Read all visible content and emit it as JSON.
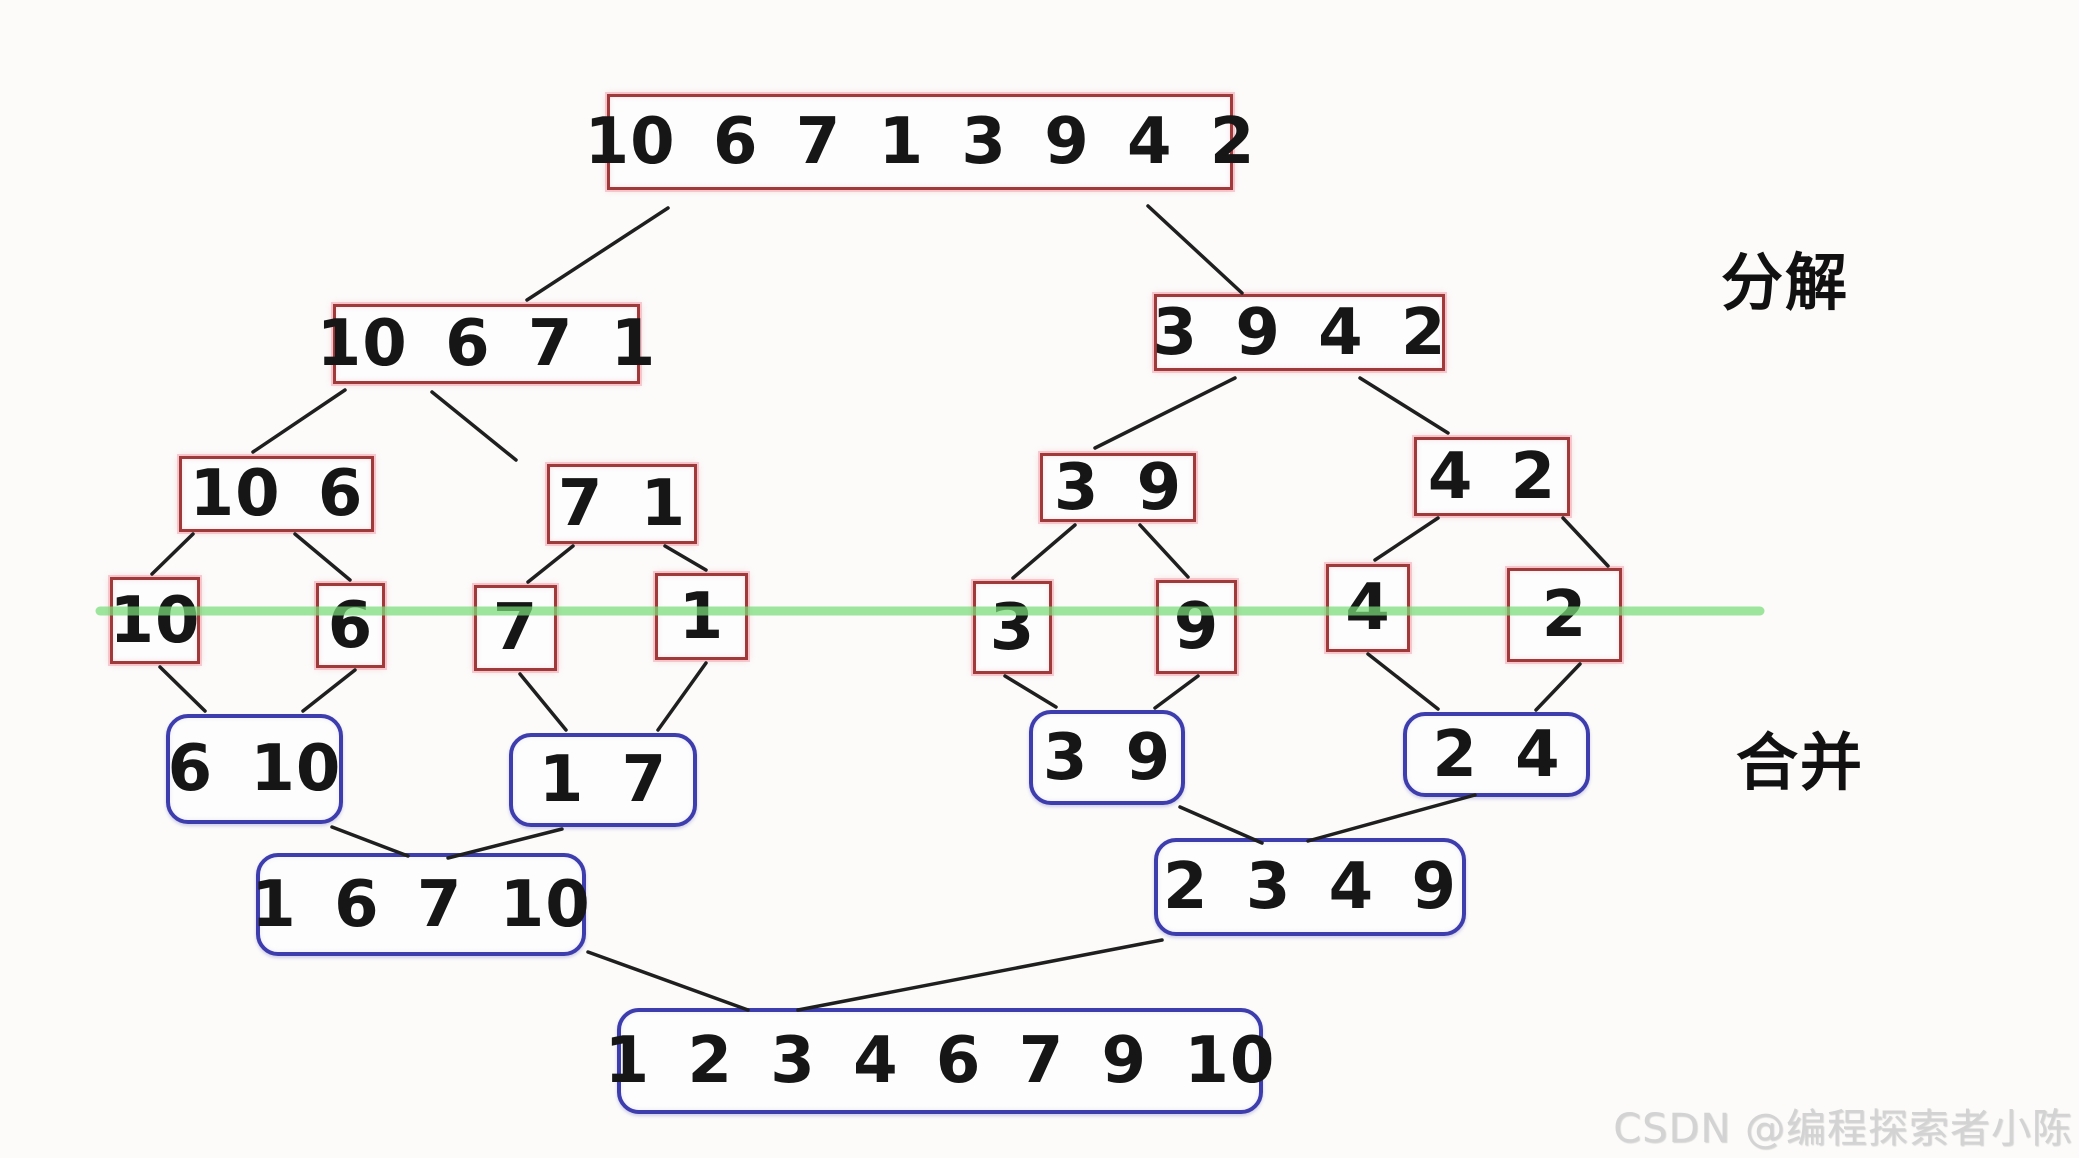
{
  "diagram": {
    "title_labels": {
      "divide": "分解",
      "merge": "合并"
    },
    "watermark": "CSDN @编程探索者小陈",
    "initial_array": [
      10,
      6,
      7,
      1,
      3,
      9,
      4,
      2
    ],
    "sorted_array": [
      1,
      2,
      3,
      4,
      6,
      7,
      9,
      10
    ],
    "divide_nodes": [
      {
        "id": "d0",
        "label": "10 6 7 1 3 9 4 2"
      },
      {
        "id": "dL",
        "label": "10 6 7 1"
      },
      {
        "id": "dR",
        "label": "3 9 4 2"
      },
      {
        "id": "dLL",
        "label": "10 6"
      },
      {
        "id": "dLR",
        "label": "7 1"
      },
      {
        "id": "dRL",
        "label": "3 9"
      },
      {
        "id": "dRR",
        "label": "4 2"
      },
      {
        "id": "n10",
        "label": "10"
      },
      {
        "id": "n6",
        "label": "6"
      },
      {
        "id": "n7",
        "label": "7"
      },
      {
        "id": "n1",
        "label": "1"
      },
      {
        "id": "n3",
        "label": "3"
      },
      {
        "id": "n9",
        "label": "9"
      },
      {
        "id": "n4",
        "label": "4"
      },
      {
        "id": "n2",
        "label": "2"
      }
    ],
    "merge_nodes": [
      {
        "id": "mLL",
        "label": "6 10"
      },
      {
        "id": "mLR",
        "label": "1 7"
      },
      {
        "id": "mRL",
        "label": "3 9"
      },
      {
        "id": "mRR",
        "label": "2 4"
      },
      {
        "id": "mL2",
        "label": "1 6 7 10"
      },
      {
        "id": "mR2",
        "label": "2 3 4 9"
      },
      {
        "id": "m0",
        "label": "1 2 3 4 6 7 9 10"
      }
    ],
    "colors": {
      "divide_box_border": "#a03a3a",
      "merge_box_border": "#3d3dae",
      "leaf_level_line": "#79dd79",
      "edge": "#1f1f1f"
    }
  }
}
